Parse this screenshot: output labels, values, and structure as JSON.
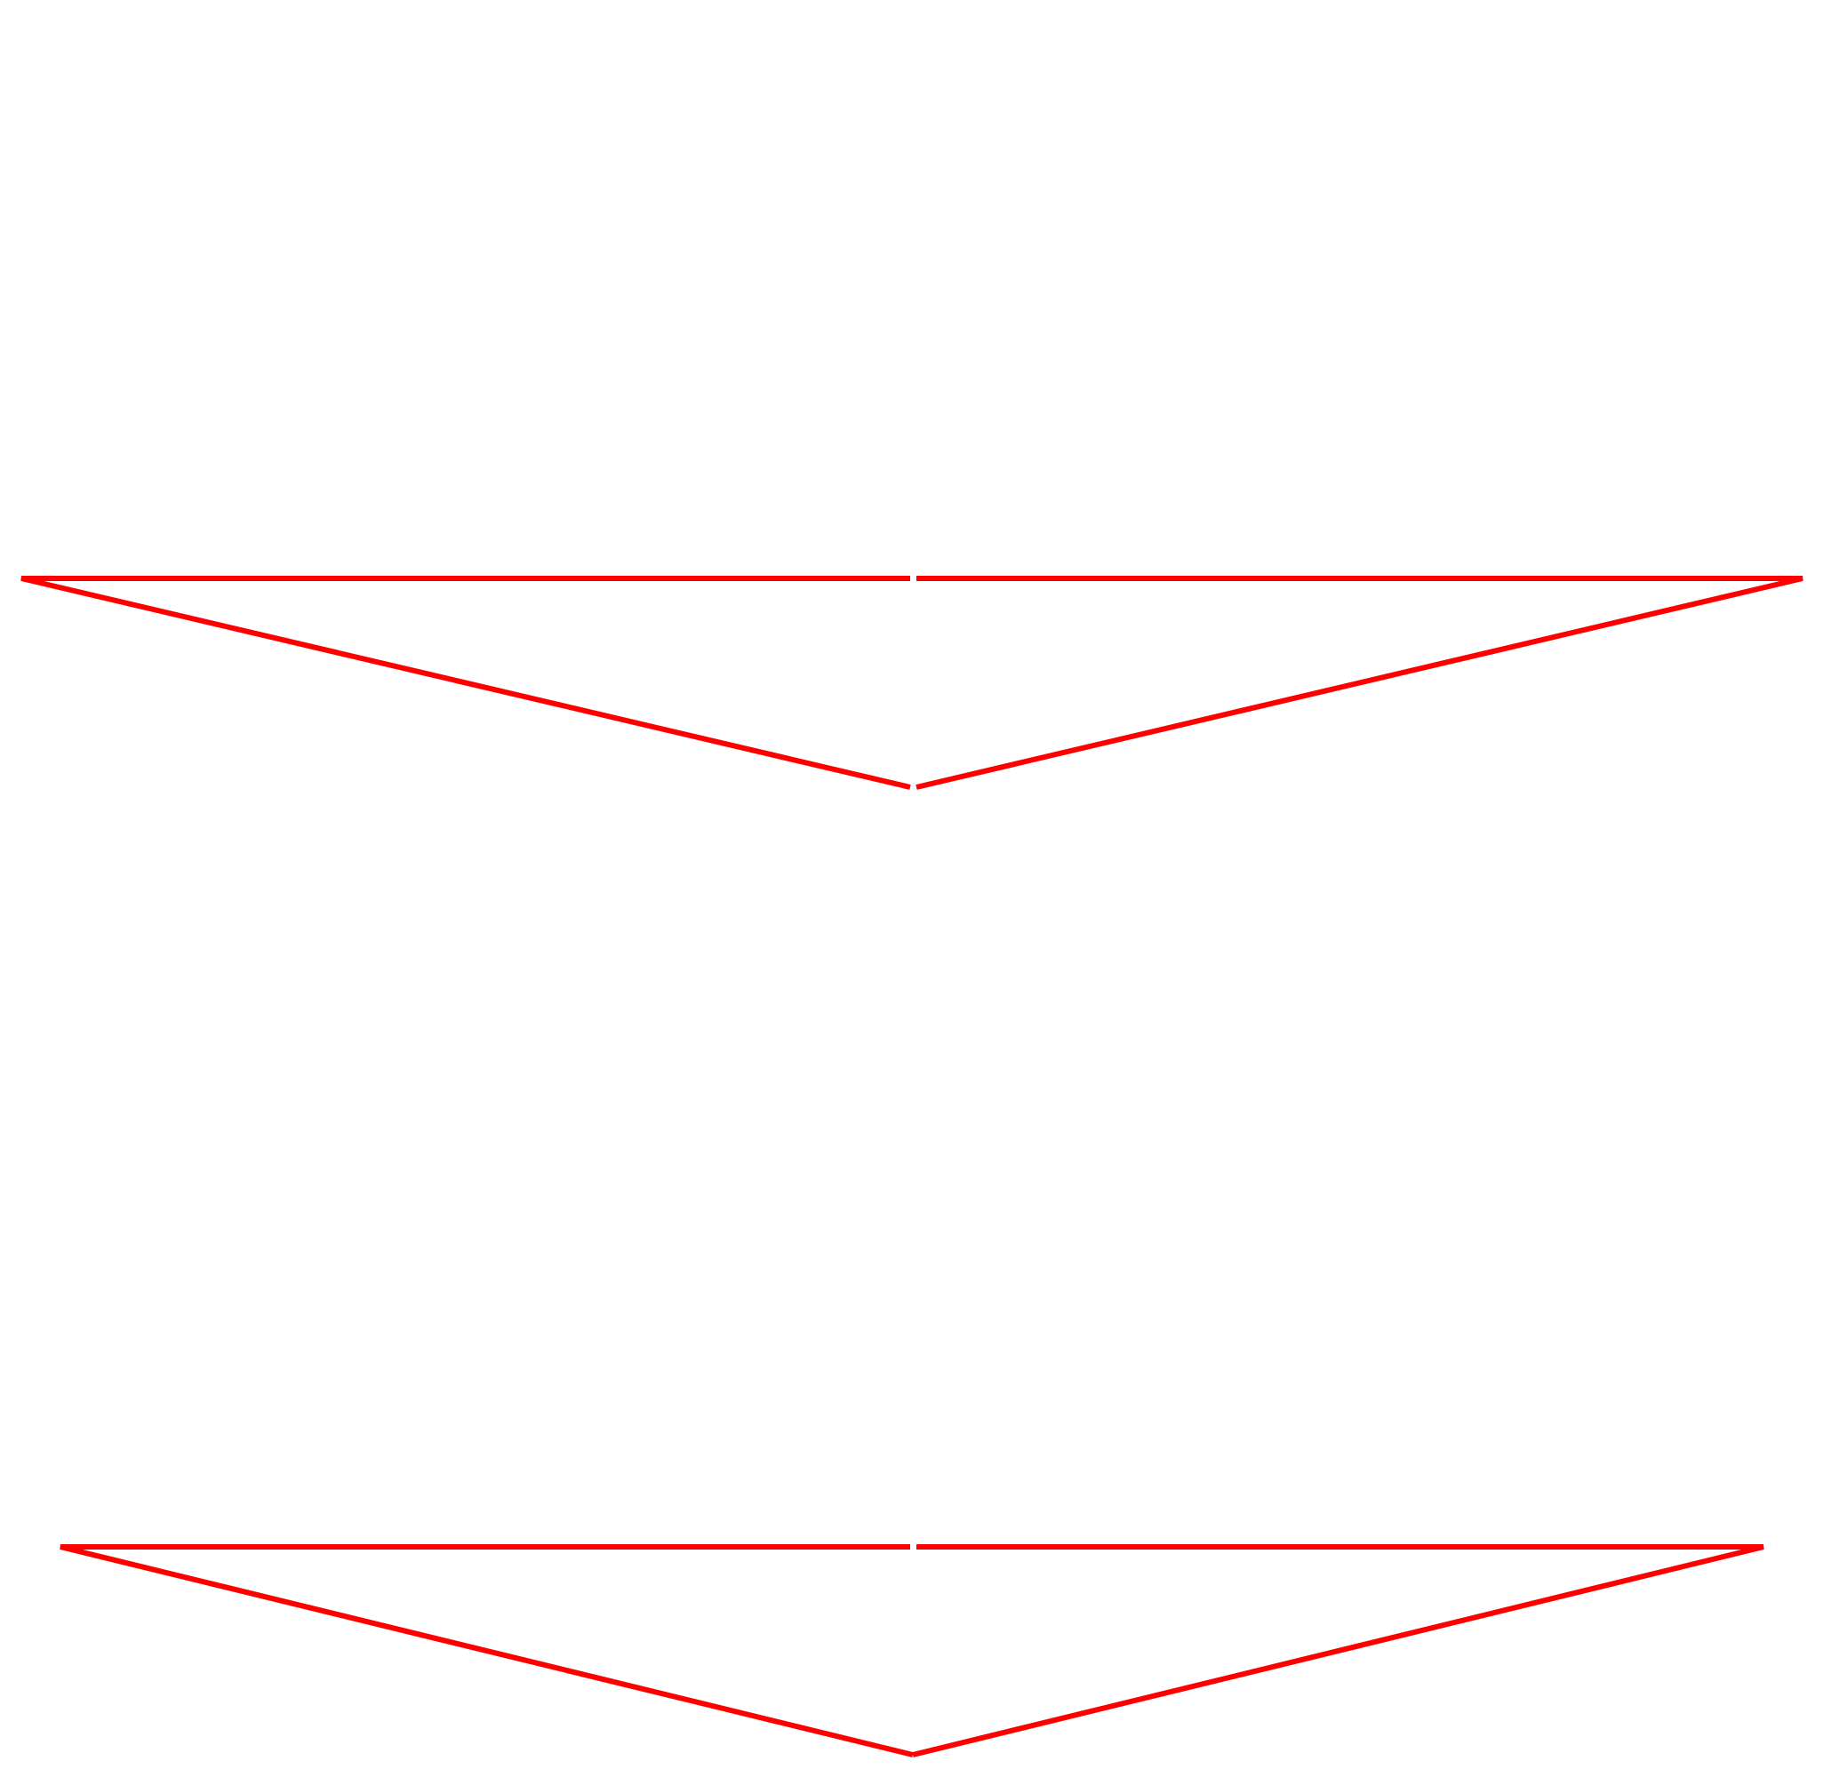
{
  "colors": {
    "background": "#ffffff",
    "stroke": "#ff0000"
  },
  "shapes": [
    {
      "name": "upper-down-chevron",
      "kind": "inverted-triangle-outline",
      "split_at_center": true
    },
    {
      "name": "lower-down-chevron",
      "kind": "inverted-triangle-outline",
      "split_at_center": true
    }
  ]
}
